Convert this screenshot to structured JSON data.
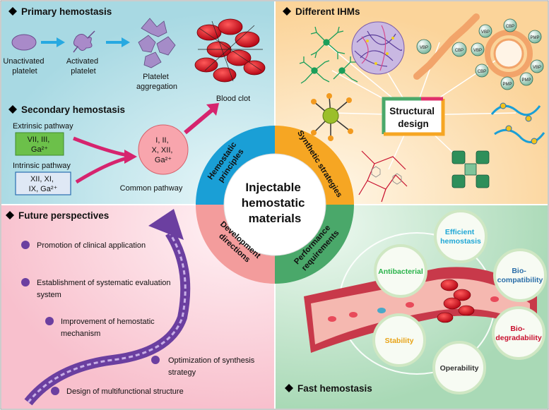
{
  "quadrants": {
    "top_left": {
      "title": "Primary hemostasis",
      "unactivated": [
        "Unactivated",
        "platelet"
      ],
      "activated": [
        "Activated",
        "platelet"
      ],
      "aggregation": [
        "Platelet",
        "aggregation"
      ],
      "blood_clot": "Blood clot",
      "secondary_title": "Secondary hemostasis",
      "extrinsic_label": "Extrinsic pathway",
      "extrinsic_factors": [
        "VII, III,",
        "Ga²⁺"
      ],
      "intrinsic_label": "Intrinsic pathway",
      "intrinsic_factors": [
        "XII, XI,",
        "IX, Ga²⁺"
      ],
      "common_factors": [
        "I, II,",
        "X, XII,",
        "Ga²⁺"
      ],
      "common_label": "Common pathway"
    },
    "top_right": {
      "title": "Different IHMs",
      "center_box": [
        "Structural",
        "design"
      ],
      "bead_labels": [
        "VBP",
        "CBP",
        "VBP",
        "CBP",
        "PMP",
        "VBP",
        "PMP",
        "CBP",
        "VBP",
        "PMP"
      ]
    },
    "bottom_left": {
      "title": "Future perspectives",
      "items": [
        {
          "label": [
            "Promotion of clinical application"
          ]
        },
        {
          "label": [
            "Establishment of systematic evaluation",
            "system"
          ]
        },
        {
          "label": [
            "Improvement of hemostatic",
            "mechanism"
          ]
        },
        {
          "label": [
            "Optimization of synthesis",
            "strategy"
          ]
        },
        {
          "label": [
            "Design of multifunctional structure"
          ]
        }
      ]
    },
    "bottom_right": {
      "title": "Fast hemostasis",
      "circles": [
        {
          "label": [
            "Efficient",
            "hemostasis"
          ],
          "color": "#1fa7d6"
        },
        {
          "label": [
            "Bio-",
            "compatibility"
          ],
          "color": "#2b6ea8"
        },
        {
          "label": [
            "Bio-",
            "degradability"
          ],
          "color": "#c8102e"
        },
        {
          "label": [
            "Operability"
          ],
          "color": "#333333"
        },
        {
          "label": [
            "Stability"
          ],
          "color": "#e8a317"
        },
        {
          "label": [
            "Antibacterial"
          ],
          "color": "#29b34a"
        }
      ]
    }
  },
  "center": {
    "label": [
      "Injectable",
      "hemostatic",
      "materials"
    ]
  },
  "ring": {
    "hemostatic_principles": [
      "Hemostatic",
      "principles"
    ],
    "synthetic_strategies": [
      "Synthetic strategies"
    ],
    "development_directions": [
      "Development",
      "directions"
    ],
    "performance_requirements": [
      "Performance",
      "requirements"
    ]
  },
  "colors": {
    "tl_bg": "#bfe2ea",
    "tr_bg": "#fde3bd",
    "bl_bg": "#fbd3dd",
    "br_bg": "#bfe3c8",
    "ring_blue": "#1a9fd6",
    "ring_orange": "#f6a623",
    "ring_pink": "#f39c9c",
    "ring_green": "#4aa86a",
    "arrow_purple": "#6b3fa0",
    "arrow_magenta": "#d6246e",
    "title_bullet": "#000000"
  }
}
